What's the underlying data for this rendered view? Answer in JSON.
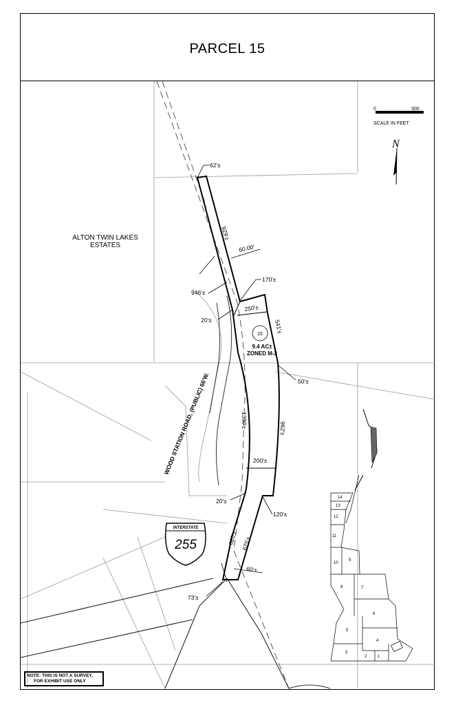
{
  "title": "PARCEL 15",
  "scale": {
    "min": "0",
    "max": "300",
    "unit_label": "SCALE IN FEET"
  },
  "north_label": "N",
  "subdivision": {
    "line1": "ALTON TWIN LAKES",
    "line2": "ESTATES"
  },
  "road_label": "WOOD STATION ROAD, (PUBLIC) 66'W.",
  "interstate": {
    "header": "INTERSTATE",
    "number": "255"
  },
  "parcel": {
    "number": "15",
    "acreage": "9.4 AC±",
    "zoning": "ZONED M-2"
  },
  "dimensions": {
    "d62": "62'±",
    "d929": "929'±",
    "d60w": "60.00'",
    "d170": "170'±",
    "d946": "946'±",
    "d250": "250'±",
    "d541": "541'±",
    "d20a": "20'±",
    "d50": "50'±",
    "d1390": "1390'±",
    "d962": "962'±",
    "d200": "200'±",
    "d20b": "20'±",
    "d120": "120'±",
    "d620": "620'±",
    "d675": "675'±",
    "d60": "60'±",
    "d73": "73'±"
  },
  "key_map": [
    "14",
    "13",
    "12",
    "11",
    "10",
    "9",
    "8",
    "7",
    "6",
    "5",
    "4",
    "3",
    "2",
    "1"
  ],
  "note": {
    "line1": "NOTE: THIS IS NOT A SURVEY,",
    "line2": "FOR EXHIBIT USE ONLY"
  }
}
